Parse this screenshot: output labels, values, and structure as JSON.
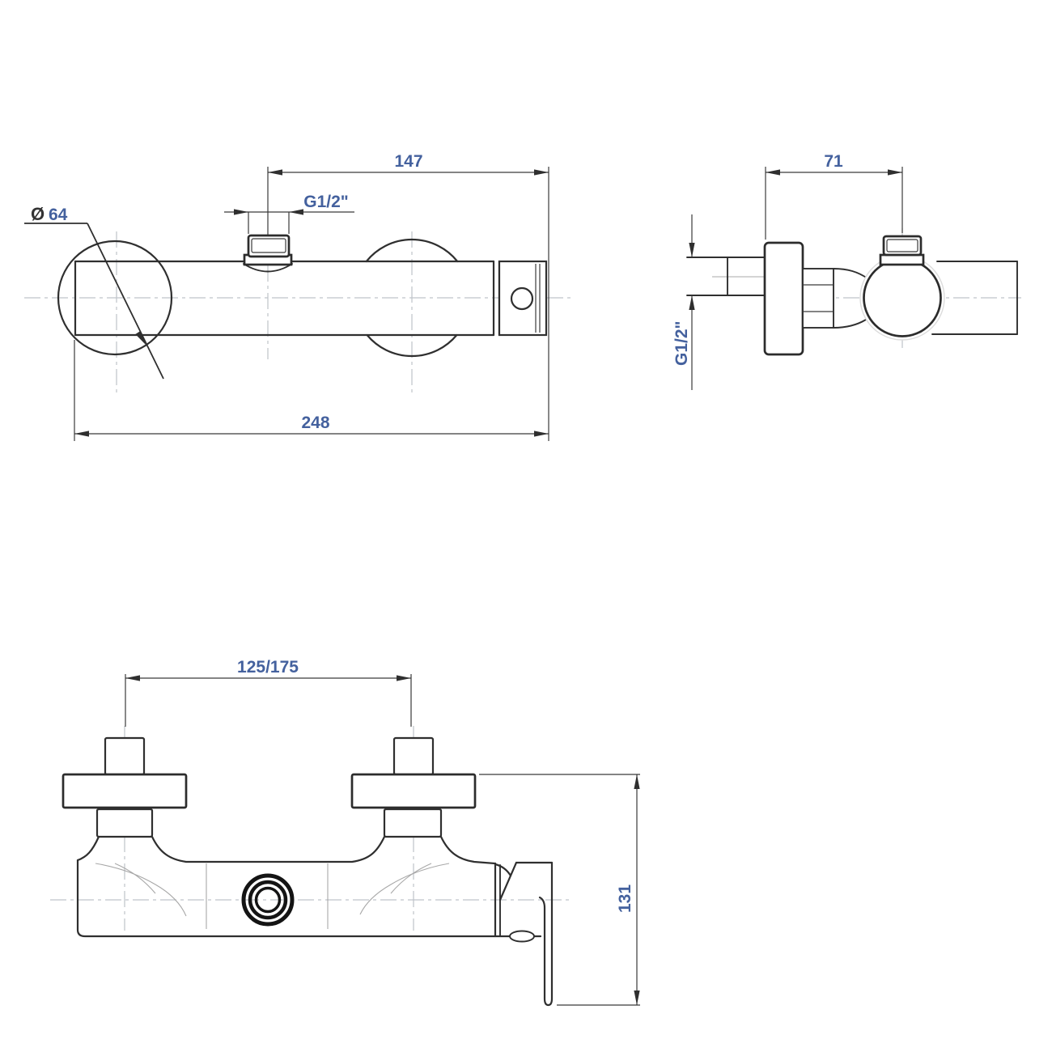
{
  "drawing": {
    "kind": "technical-dimension-drawing",
    "subject": "wall-mounted single-lever shower mixer",
    "background": "#ffffff",
    "line_color": "#2f2f2f",
    "dim_text_color": "#44619e",
    "views": {
      "front": {
        "name": "front view",
        "dims": {
          "width_top": "147",
          "thread": "G1/2\"",
          "diameter_symbol": "Ø",
          "diameter_value": "64",
          "overall_width": "248"
        }
      },
      "side": {
        "name": "side view",
        "dims": {
          "depth": "71",
          "thread": "G1/2\""
        }
      },
      "bottom": {
        "name": "bottom view",
        "dims": {
          "inlet_spacing": "125/175",
          "height": "131"
        }
      }
    }
  }
}
